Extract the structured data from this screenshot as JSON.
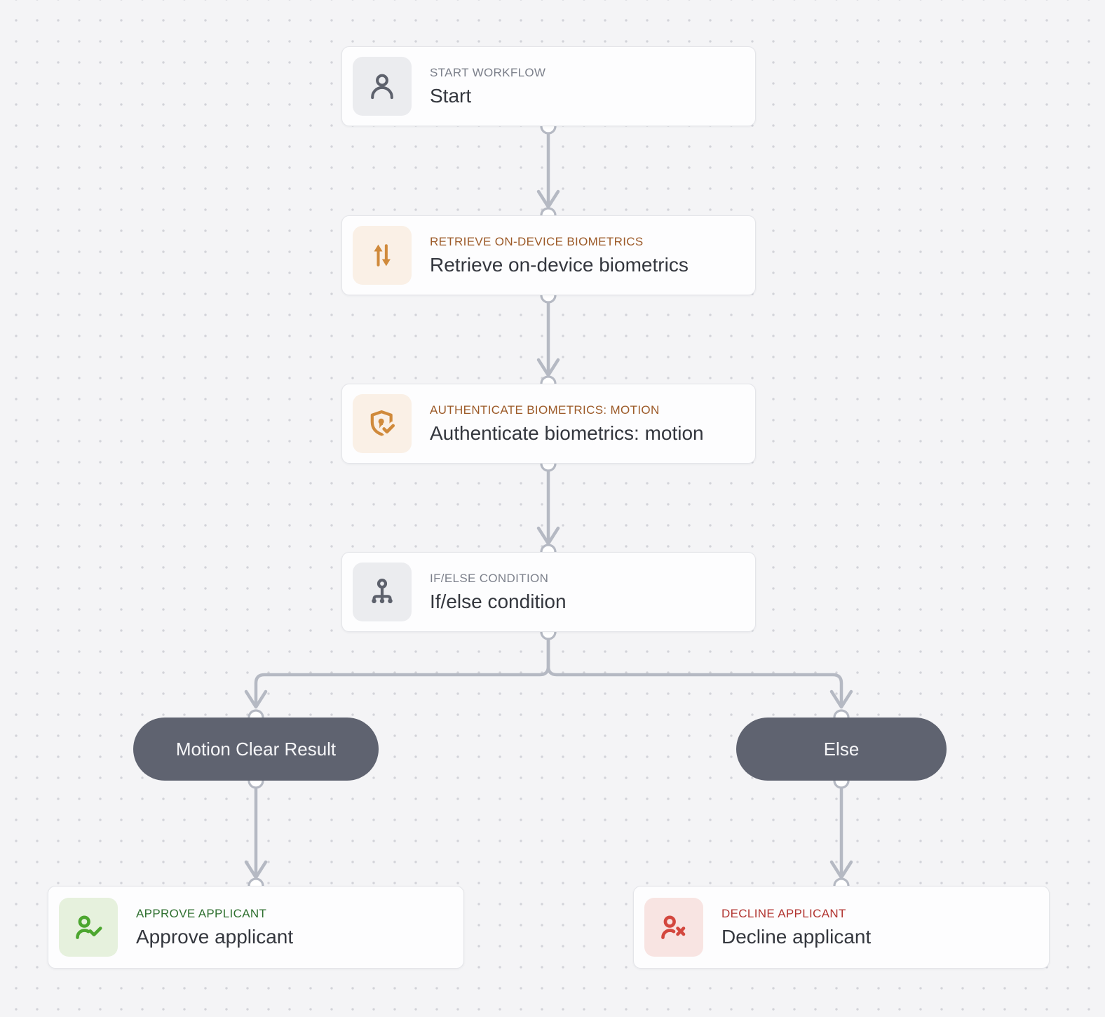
{
  "canvas": {
    "background_color": "#f4f4f6",
    "dot_color": "#d2d3d9",
    "edge_color": "#b5b9c3"
  },
  "nodes": [
    {
      "id": "start",
      "type_label": "START WORKFLOW",
      "title": "Start",
      "icon": "user-icon",
      "accent": "gray",
      "accent_color": "#7c808b",
      "icon_color": "#5d616c",
      "icon_bg": "#ebecef"
    },
    {
      "id": "retrieve-on-device-biometrics",
      "type_label": "RETRIEVE ON-DEVICE BIOMETRICS",
      "title": "Retrieve on-device biometrics",
      "icon": "transfer-arrows-icon",
      "accent": "orange",
      "accent_color": "#9c5a28",
      "icon_color": "#d08a3b",
      "icon_bg": "#faf0e6"
    },
    {
      "id": "authenticate-biometrics-motion",
      "type_label": "AUTHENTICATE BIOMETRICS: MOTION",
      "title": "Authenticate biometrics: motion",
      "icon": "shield-check-icon",
      "accent": "orange",
      "accent_color": "#9c5a28",
      "icon_color": "#d08a3b",
      "icon_bg": "#faf0e6"
    },
    {
      "id": "if-else-condition",
      "type_label": "IF/ELSE CONDITION",
      "title": "If/else condition",
      "icon": "branch-icon",
      "accent": "gray",
      "accent_color": "#7c808b",
      "icon_color": "#5d616c",
      "icon_bg": "#ebecef"
    },
    {
      "id": "approve-applicant",
      "type_label": "APPROVE APPLICANT",
      "title": "Approve applicant",
      "icon": "user-check-icon",
      "accent": "green",
      "accent_color": "#2f7030",
      "icon_color": "#4ca62f",
      "icon_bg": "#e6f1dd"
    },
    {
      "id": "decline-applicant",
      "type_label": "DECLINE APPLICANT",
      "title": "Decline applicant",
      "icon": "user-x-icon",
      "accent": "red",
      "accent_color": "#b13430",
      "icon_color": "#d3473e",
      "icon_bg": "#f8e4e2"
    }
  ],
  "branch_pills": [
    {
      "id": "motion-clear-result",
      "label": "Motion Clear Result",
      "bg": "#5f6370",
      "text_color": "#f6f6f8"
    },
    {
      "id": "else",
      "label": "Else",
      "bg": "#5f6370",
      "text_color": "#f6f6f8"
    }
  ]
}
